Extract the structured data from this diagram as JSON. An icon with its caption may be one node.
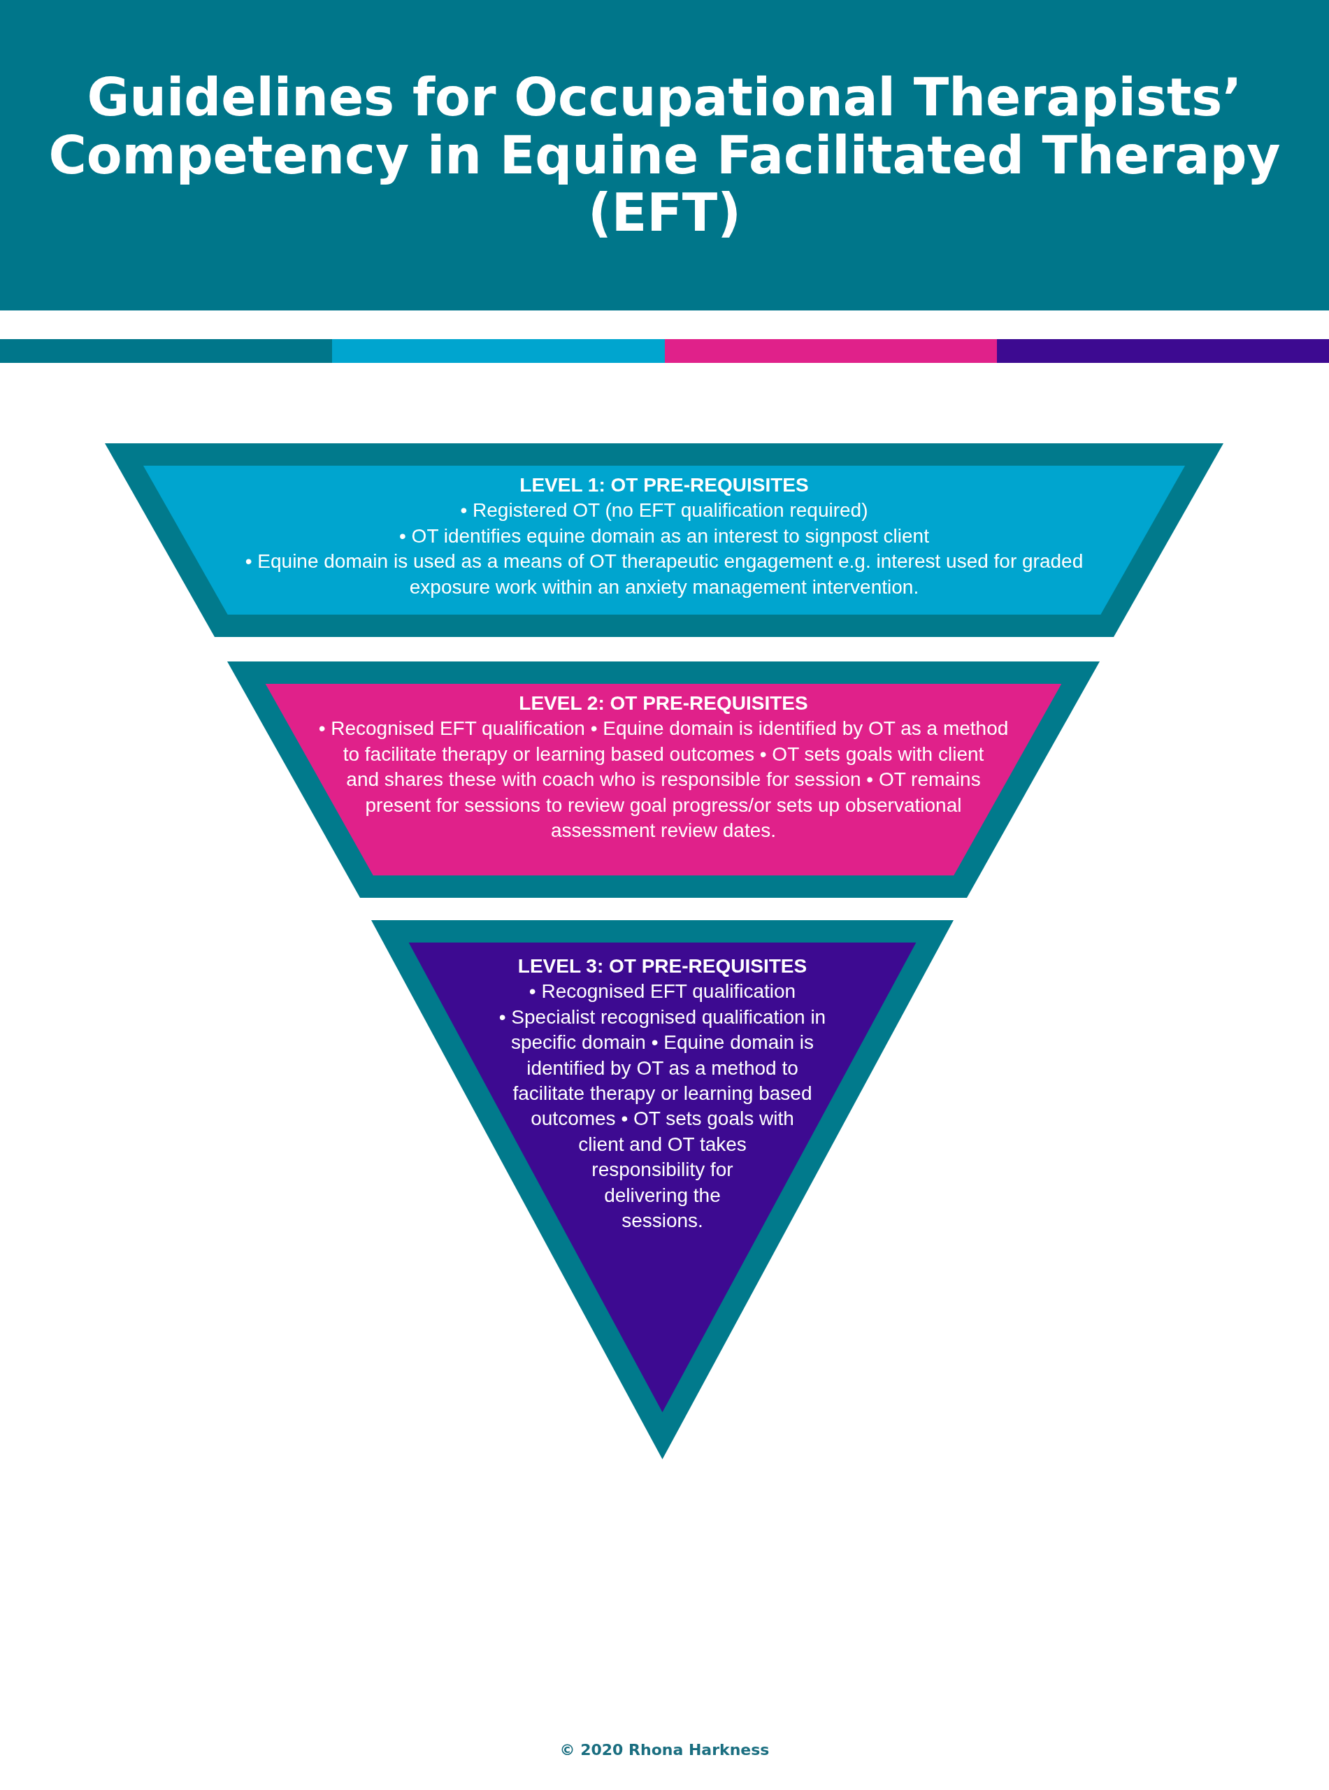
{
  "diagram": {
    "title": "Guidelines for Occupational Therapists’ Competency in Equine Facilitated Therapy (EFT)",
    "nodes": [
      {
        "text": [
          "LEVEL 1: OT PRE-REQUISITES",
          "• Registered OT (no EFT qualification required)",
          "• OT identifies equine domain as an interest to signpost client",
          "• Equine domain is used as a means of OT therapeutic engagement e.g. interest used for graded exposure work within an anxiety management intervention."
        ]
      },
      {
        "text": [
          "LEVEL 2: OT PRE-REQUISITES",
          "• Recognised EFT qualification",
          "• Equine domain is identified by OT as a method to facilitate therapy or learning based outcomes",
          "• OT sets goals with client and shares these with coach who is responsible for session",
          "• OT remains present for sessions to review goal progress/or sets up observational assessment review dates."
        ]
      },
      {
        "text": [
          "LEVEL 3: OT PRE-REQUISITES",
          "• Recognised EFT qualification",
          "• Specialist recognised qualification in specific domain",
          "• Equine domain is identified by OT as a method to facilitate therapy or learning based outcomes",
          "• OT sets goals with client and OT takes responsibility for delivering the sessions."
        ]
      }
    ],
    "labels": [
      "© 2020 Rhona Harkness"
    ]
  }
}
